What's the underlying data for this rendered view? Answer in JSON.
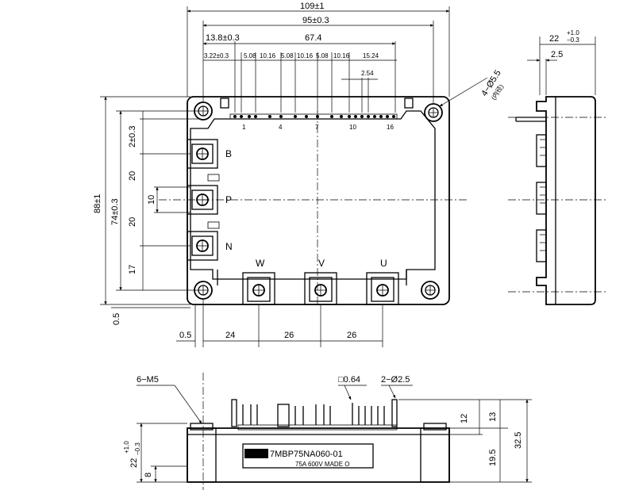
{
  "top_view": {
    "dims": {
      "overall_width": "109±1",
      "mount_pitch": "95±0.3",
      "pin_offset": "13.8±0.3",
      "pin_span": "67.4",
      "sub_322": "3.22±0.3",
      "sub_508a": "5.08",
      "sub_1016a": "10.16",
      "sub_508b": "5.08",
      "sub_1016b": "10.16",
      "sub_508c": "5.08",
      "sub_1016c": "10.16",
      "sub_1524": "15.24",
      "sub_254": "2.54",
      "hole_note": "4−Ø5.5",
      "hole_note_sub": "(内径)",
      "overall_height": "88±1",
      "mount_height": "74±0.3",
      "v_2": "2±0.3",
      "v_20a": "20",
      "v_10": "10",
      "v_20b": "20",
      "v_17": "17",
      "v_05": "0.5",
      "h_05": "0.5",
      "h_24": "24",
      "h_26a": "26",
      "h_26b": "26"
    },
    "pin_numbers": [
      "1",
      "4",
      "7",
      "10",
      "16"
    ],
    "terminals": [
      "B",
      "P",
      "N",
      "W",
      "V",
      "U"
    ]
  },
  "side_view": {
    "dims": {
      "thickness": "22",
      "thickness_tol_plus": "+1.0",
      "thickness_tol_minus": "−0.3",
      "step": "2.5"
    }
  },
  "front_view": {
    "dims": {
      "screw": "6−M5",
      "pin_square": "□0.64",
      "pin_dia": "2−Ø2.5",
      "h_12": "12",
      "h_13": "13",
      "h_195": "19.5",
      "h_325": "32.5",
      "h_22": "22",
      "h_22_plus": "+1.0",
      "h_22_minus": "−0.3",
      "h_8": "8"
    },
    "label_part": "7MBP75NA060-01",
    "label_rating": "75A   600V   MADE O"
  }
}
